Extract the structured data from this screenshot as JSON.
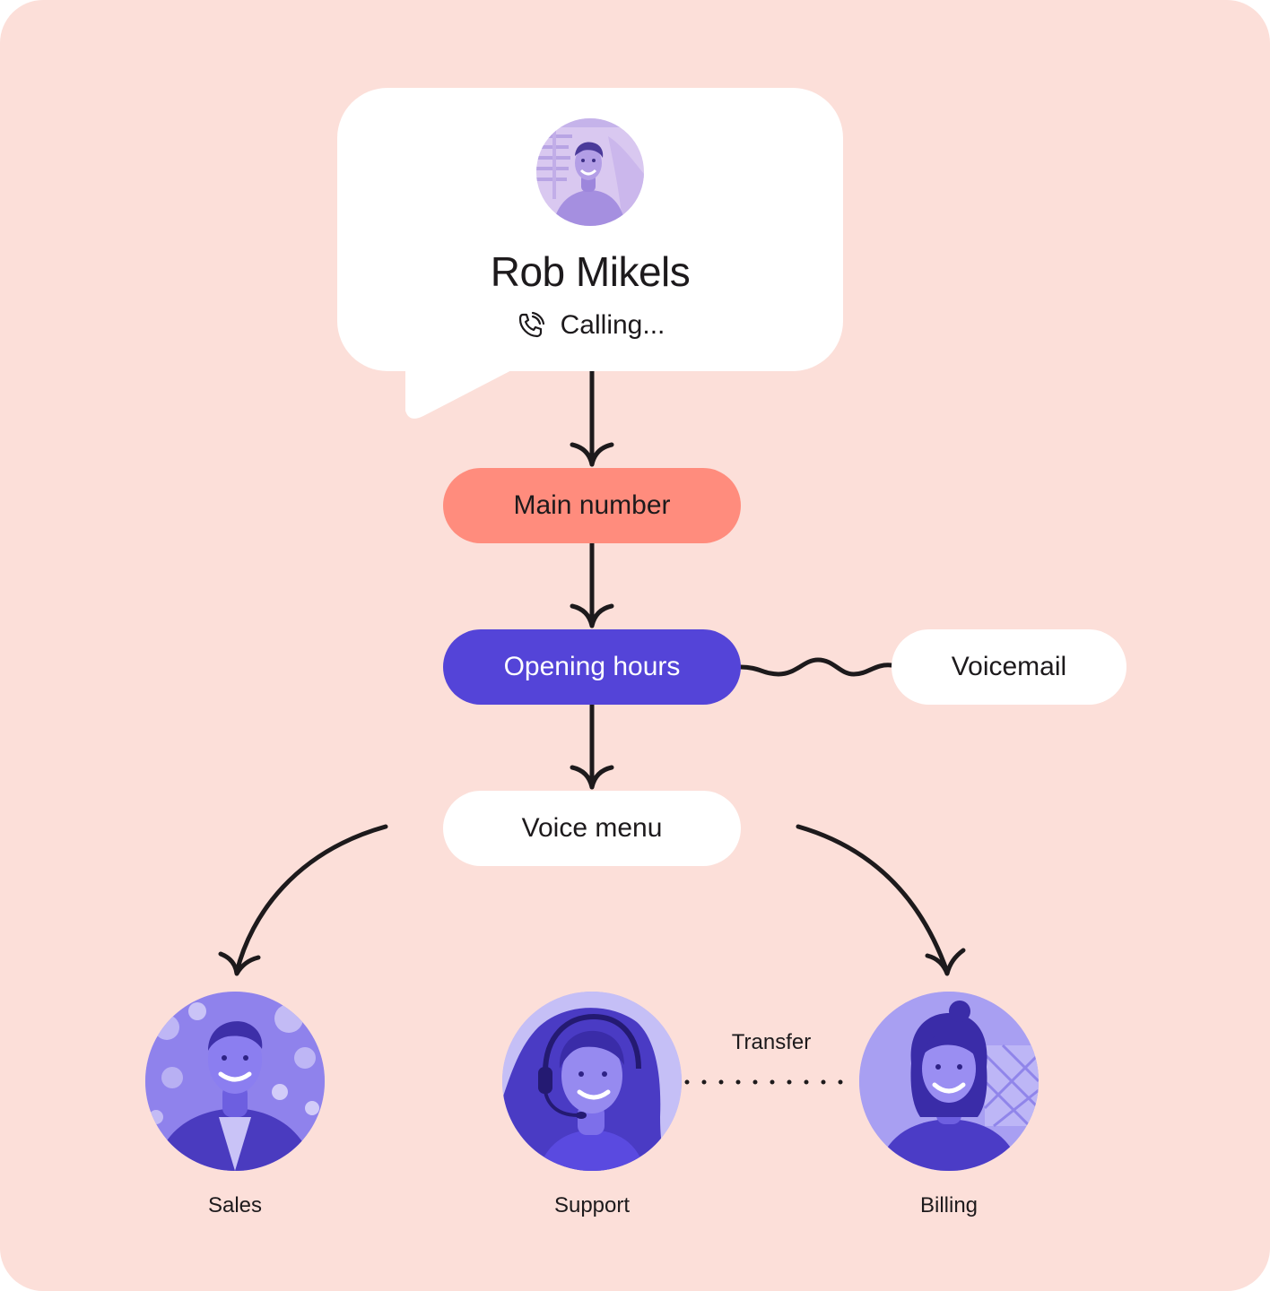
{
  "caller": {
    "name": "Rob Mikels",
    "status": "Calling...",
    "status_icon": "phone-calling-icon",
    "avatar": "caller-avatar-photo"
  },
  "nodes": {
    "main_number": "Main number",
    "opening_hours": "Opening hours",
    "voicemail": "Voicemail",
    "voice_menu": "Voice menu"
  },
  "agents": [
    {
      "label": "Sales",
      "photo": "sales-agent-photo"
    },
    {
      "label": "Support",
      "photo": "support-agent-photo"
    },
    {
      "label": "Billing",
      "photo": "billing-agent-photo"
    }
  ],
  "transfer_label": "Transfer",
  "colors": {
    "background": "#fcdfd9",
    "main_number": "#ff8c7d",
    "opening_hours": "#5444d8",
    "photo_tint": "#5a4ae0",
    "photo_light": "#c9c3f7",
    "line": "#1d1a1c"
  }
}
